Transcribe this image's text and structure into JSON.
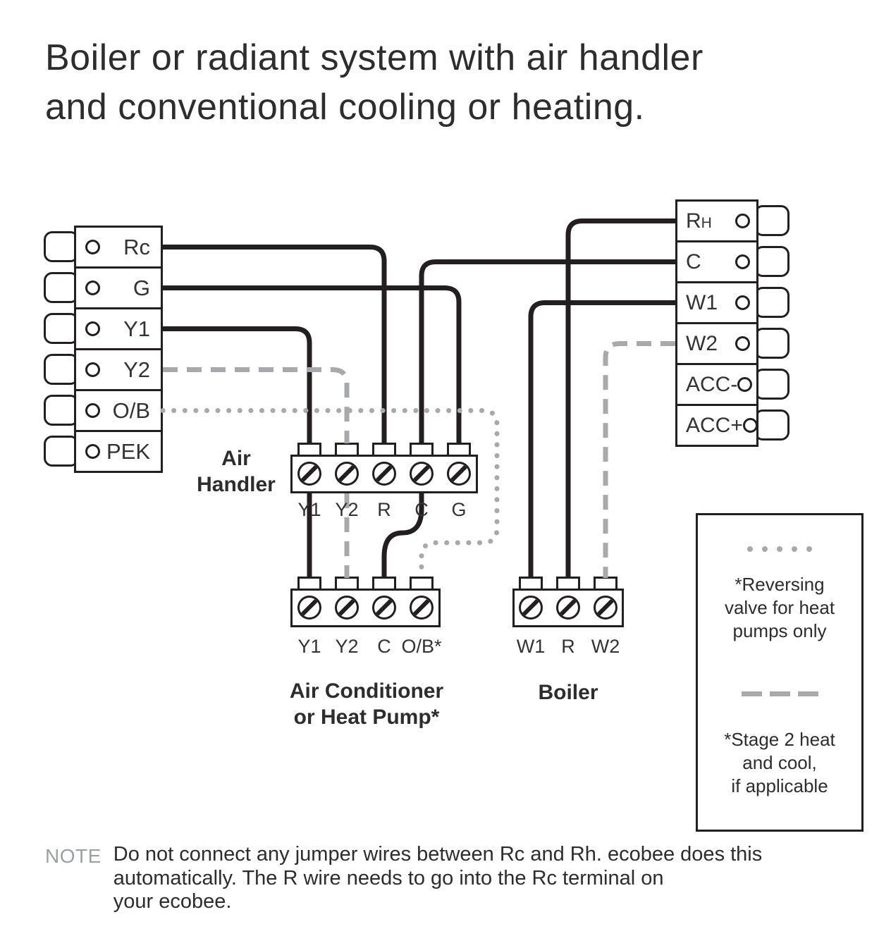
{
  "title": "Boiler or radiant system with air handler\nand conventional cooling or heating.",
  "thermostat_left": {
    "terminals": [
      "Rc",
      "G",
      "Y1",
      "Y2",
      "O/B",
      "PEK"
    ]
  },
  "thermostat_right": {
    "terminals": [
      "Rh",
      "C",
      "W1",
      "W2",
      "ACC-",
      "ACC+"
    ]
  },
  "air_handler": {
    "title": "Air\nHandler",
    "terminals": [
      "Y1",
      "Y2",
      "R",
      "C",
      "G"
    ]
  },
  "air_conditioner": {
    "title": "Air Conditioner\nor Heat Pump*",
    "terminals": [
      "Y1",
      "Y2",
      "C",
      "O/B*"
    ]
  },
  "boiler": {
    "title": "Boiler",
    "terminals": [
      "W1",
      "R",
      "W2"
    ]
  },
  "legend": {
    "reversing_note": "*Reversing\nvalve for heat\npumps only",
    "stage2_note": "*Stage 2 heat\nand cool,\nif applicable"
  },
  "note": {
    "label": "NOTE",
    "text": "Do not connect any jumper wires between Rc and Rh. ecobee does this\nautomatically. The R wire needs to go into the Rc terminal on\nyour ecobee."
  },
  "connections": [
    {
      "from": "Rc",
      "to": "Air Handler R",
      "style": "solid"
    },
    {
      "from": "G",
      "to": "Air Handler G",
      "style": "solid"
    },
    {
      "from": "Y1",
      "to": "Air Handler Y1",
      "style": "solid"
    },
    {
      "from": "Air Handler Y1",
      "to": "Air Conditioner Y1",
      "style": "solid"
    },
    {
      "from": "Y2",
      "to": "Air Handler Y2",
      "style": "dashed"
    },
    {
      "from": "Air Handler Y2",
      "to": "Air Conditioner Y2",
      "style": "dashed"
    },
    {
      "from": "O/B",
      "to": "Air Conditioner O/B*",
      "style": "dotted"
    },
    {
      "from": "C (right)",
      "to": "Air Handler C",
      "style": "solid"
    },
    {
      "from": "Air Handler C",
      "to": "Air Conditioner C",
      "style": "solid"
    },
    {
      "from": "Rh",
      "to": "Boiler R",
      "style": "solid"
    },
    {
      "from": "W1",
      "to": "Boiler W1",
      "style": "solid"
    },
    {
      "from": "W2",
      "to": "Boiler W2",
      "style": "dashed"
    }
  ],
  "colors": {
    "wire_black": "#231f20",
    "wire_gray": "#a7a9ac",
    "text_dark": "#2d2d2d",
    "note_label_gray": "#9aa0a4"
  }
}
